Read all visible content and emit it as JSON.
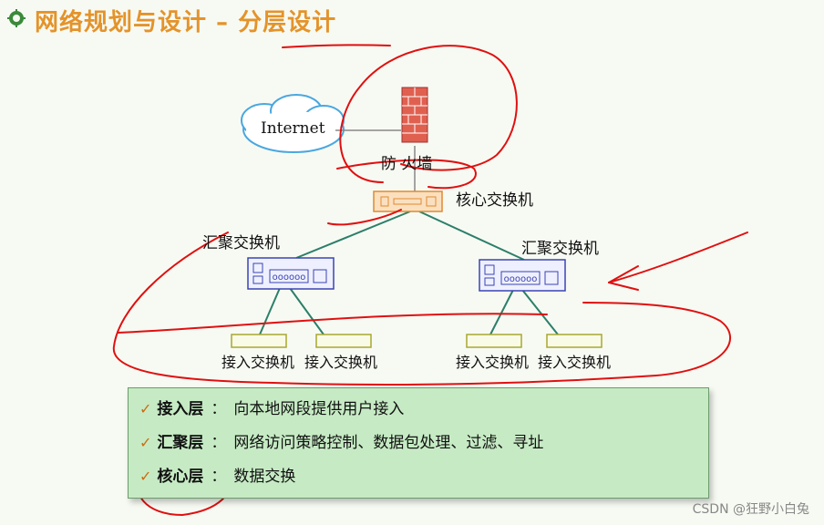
{
  "title": "网络规划与设计 – 分层设计",
  "nodes": {
    "internet": "Internet",
    "firewall": "防 火墙",
    "core": "核心交换机",
    "agg_left": "汇聚交换机",
    "agg_right": "汇聚交换机",
    "access_1": "接入交换机",
    "access_2": "接入交换机",
    "access_3": "接入交换机",
    "access_4": "接入交换机"
  },
  "layers": [
    {
      "name": "接入层",
      "separator": "：",
      "desc": "向本地网段提供用户接入"
    },
    {
      "name": "汇聚层",
      "separator": "：",
      "desc": "网络访问策略控制、数据包处理、过滤、寻址"
    },
    {
      "name": "核心层",
      "separator": "：",
      "desc": "数据交换"
    }
  ],
  "check_glyph": "✓",
  "watermark": "CSDN @狂野小白兔",
  "colors": {
    "title": "#e4932a",
    "link": "#2c7f6a",
    "annotation": "#e01010",
    "box_fill": "#c6ebc4"
  }
}
